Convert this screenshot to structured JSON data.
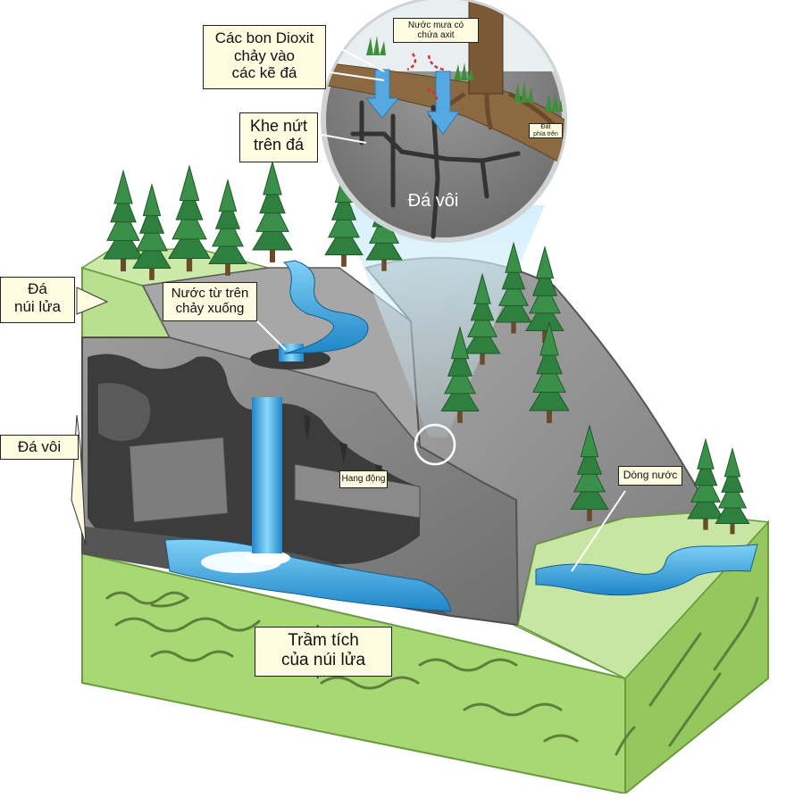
{
  "labels": {
    "acid_rain": "Nước mưa có\nchứa axit",
    "co2_flow": "Các bon Dioxit\nchảy vào\ncác kẽ đá",
    "rock_crack": "Khe nứt\ntrên đá",
    "limestone_zoom": "Đá vôi",
    "topsoil": "Đất\nphía trên",
    "volcanic_rock": "Đá\nnúi lửa",
    "limestone": "Đá vôi",
    "water_from_above": "Nước từ trên\nchảy xuống",
    "cave": "Hang động",
    "stream": "Dòng nước",
    "volcanic_sediment": "Trầm tích\ncủa núi lửa"
  },
  "colors": {
    "grass_green": "#a8d873",
    "rock_gray": "#8e8e8e",
    "water_blue": "#3aa6e0",
    "tree_green": "#2f7f3e",
    "label_bg": "#fffbe0"
  }
}
